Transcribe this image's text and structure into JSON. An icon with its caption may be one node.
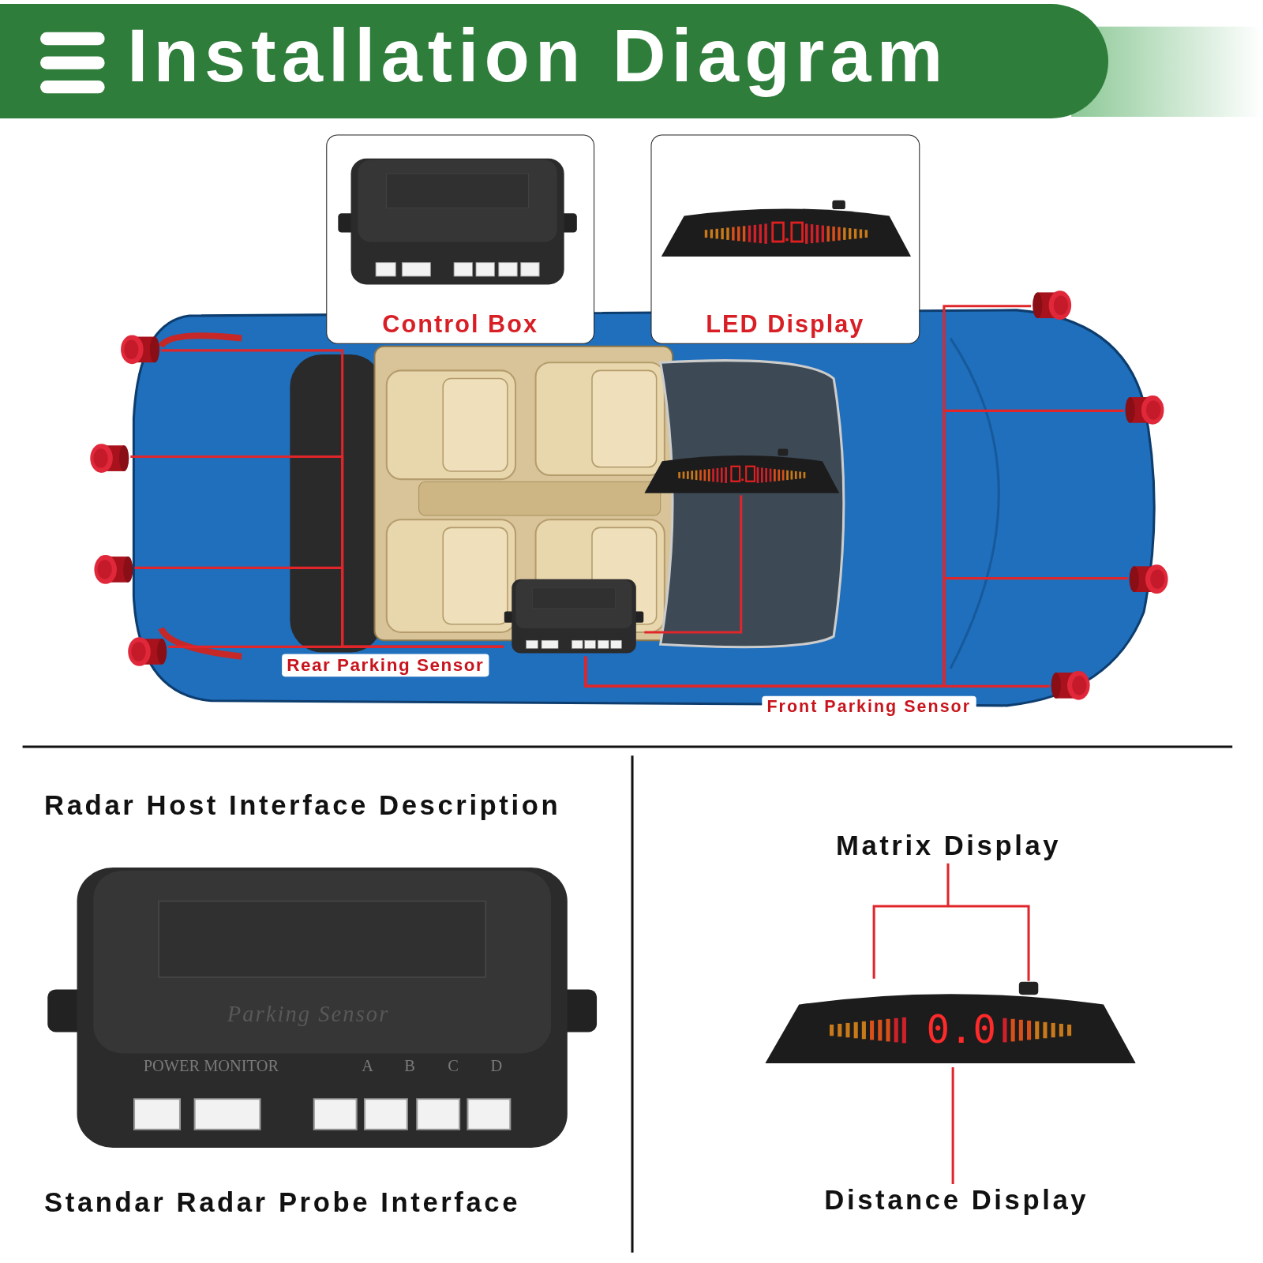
{
  "diagram": {
    "title": "Installation Diagram",
    "nodes": [
      {
        "text": [
          "Control Box"
        ]
      },
      {
        "text": [
          "LED Display"
        ]
      },
      {
        "text": [],
        "shape": "picture"
      },
      {
        "text": [],
        "shape": "picture"
      },
      {
        "text": [],
        "shape": "picture"
      },
      {
        "text": [],
        "shape": "picture"
      },
      {
        "text": [],
        "shape": "picture"
      },
      {
        "text": [],
        "shape": "picture"
      },
      {
        "text": [],
        "shape": "picture"
      },
      {
        "text": [],
        "shape": "picture"
      },
      {
        "text": [],
        "shape": "picture"
      },
      {
        "text": [],
        "shape": "picture"
      },
      {
        "text": [
          "Matrix Display"
        ]
      },
      {
        "text": [],
        "shape": "picture"
      },
      {
        "text": [
          "Distance Display"
        ]
      }
    ],
    "edges": [
      {
        "from": 2,
        "to": 10,
        "arrow": "none",
        "color": "#e0262b"
      },
      {
        "from": 3,
        "to": 10,
        "arrow": "none",
        "color": "#e0262b"
      },
      {
        "from": 4,
        "to": 10,
        "arrow": "none",
        "color": "#e0262b"
      },
      {
        "from": 5,
        "to": 10,
        "arrow": "none",
        "color": "#e0262b"
      },
      {
        "from": 6,
        "to": 10,
        "arrow": "none",
        "color": "#e0262b"
      },
      {
        "from": 7,
        "to": 10,
        "arrow": "none",
        "color": "#e0262b"
      },
      {
        "from": 8,
        "to": 10,
        "arrow": "none",
        "color": "#e0262b"
      },
      {
        "from": 9,
        "to": 10,
        "arrow": "none",
        "color": "#e0262b"
      },
      {
        "from": 11,
        "to": 10,
        "arrow": "none",
        "color": "#e0262b"
      },
      {
        "from": 12,
        "to": 13,
        "arrow": "none",
        "color": "#e0262b"
      },
      {
        "from": 14,
        "to": 13,
        "arrow": "none",
        "color": "#e0262b"
      }
    ],
    "labels": [
      "Rear Parking Sensor",
      "Front Parking Sensor",
      "Radar Host Interface Description",
      "Parking Sensor",
      "POWER MONITOR",
      "A",
      "B",
      "C",
      "D",
      "0.0",
      "Standar Radar Probe Interface"
    ]
  }
}
